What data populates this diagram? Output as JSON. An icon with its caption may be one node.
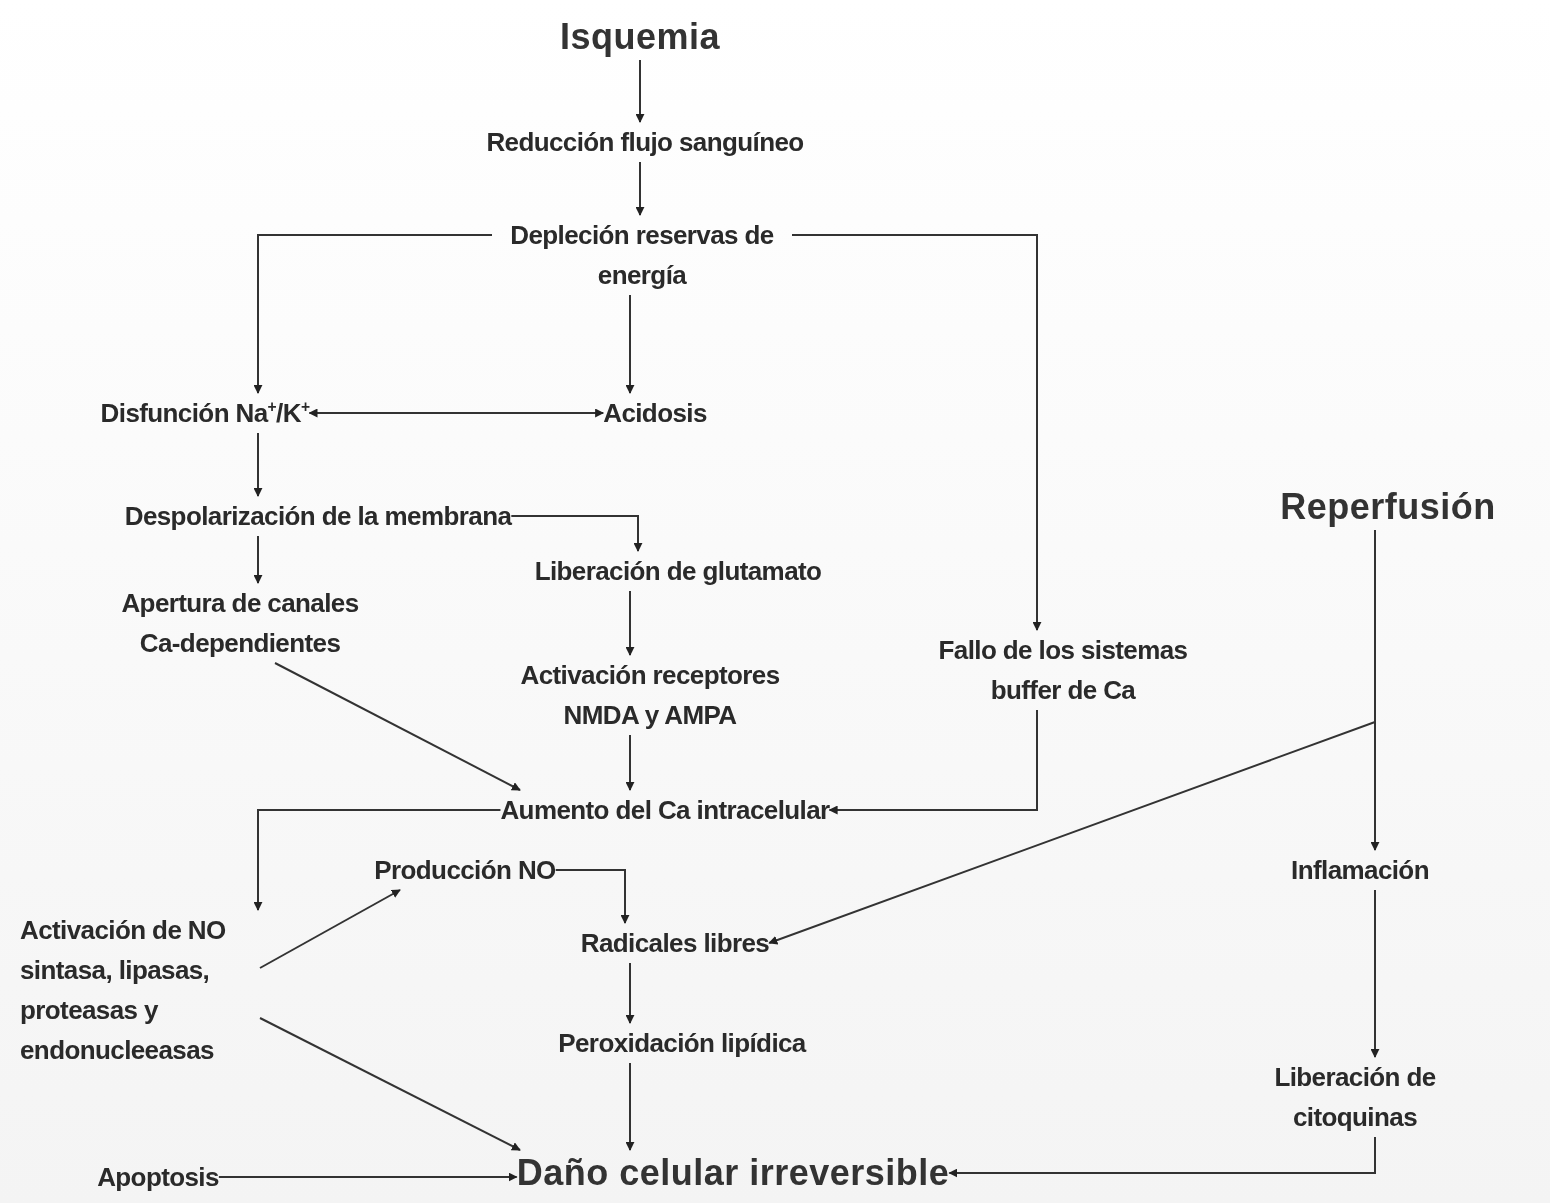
{
  "diagram": {
    "nodes": [
      {
        "text": [
          "Isquemia"
        ]
      },
      {
        "text": [
          "Reducción flujo sanguíneo"
        ]
      },
      {
        "text": [
          "Depleción reservas de energía"
        ]
      },
      {
        "text": [
          "Disfunción Na$^{+}$/K$^{+}$"
        ]
      },
      {
        "text": [
          "Acidosis"
        ]
      },
      {
        "text": [
          "Despolarización de la membrana"
        ]
      },
      {
        "text": [
          "Liberación de glutamato"
        ]
      },
      {
        "text": [
          "Apertura de canales Ca-dependientes"
        ]
      },
      {
        "text": [
          "Activación receptores NMDA y AMPA"
        ]
      },
      {
        "text": [
          "Fallo de los sistemas buffer de Ca"
        ]
      },
      {
        "text": [
          "Reperfusión"
        ]
      },
      {
        "text": [
          "Aumento del Ca intracelular"
        ]
      },
      {
        "text": [
          "Producción NO"
        ]
      },
      {
        "text": [
          "Activación de NO sintasa, lipasas, proteasas y endonucleeasas"
        ]
      },
      {
        "text": [
          "Radicales libres"
        ]
      },
      {
        "text": [
          "Inflamación"
        ]
      },
      {
        "text": [
          "Peroxidación lipídica"
        ]
      },
      {
        "text": [
          "Liberación de citoquinas"
        ]
      },
      {
        "text": [
          "Apoptosis"
        ]
      },
      {
        "text": [
          "Daño celular irreversible"
        ]
      }
    ],
    "edges": [
      {
        "from": 0,
        "to": 1,
        "arrow": "to"
      },
      {
        "from": 1,
        "to": 2,
        "arrow": "to"
      },
      {
        "from": 2,
        "to": 3,
        "arrow": "to"
      },
      {
        "from": 2,
        "to": 4,
        "arrow": "to"
      },
      {
        "from": 2,
        "to": 9,
        "arrow": "to"
      },
      {
        "from": 3,
        "to": 4,
        "arrow": "both"
      },
      {
        "from": 3,
        "to": 5,
        "arrow": "to"
      },
      {
        "from": 5,
        "to": 7,
        "arrow": "to"
      },
      {
        "from": 5,
        "to": 6,
        "arrow": "to"
      },
      {
        "from": 6,
        "to": 8,
        "arrow": "to"
      },
      {
        "from": 7,
        "to": 11,
        "arrow": "to"
      },
      {
        "from": 8,
        "to": 11,
        "arrow": "to"
      },
      {
        "from": 9,
        "to": 11,
        "arrow": "to"
      },
      {
        "from": 11,
        "to": 13,
        "arrow": "to"
      },
      {
        "from": 12,
        "to": 14,
        "arrow": "to"
      },
      {
        "from": 13,
        "to": 12,
        "arrow": "to"
      },
      {
        "from": 13,
        "to": 19,
        "arrow": "to"
      },
      {
        "from": 14,
        "to": 16,
        "arrow": "to"
      },
      {
        "from": 16,
        "to": 19,
        "arrow": "to"
      },
      {
        "from": 18,
        "to": 19,
        "arrow": "to"
      },
      {
        "from": 10,
        "to": 15,
        "arrow": "to"
      },
      {
        "from": 10,
        "to": 14,
        "arrow": "to"
      },
      {
        "from": 15,
        "to": 17,
        "arrow": "to"
      },
      {
        "from": 17,
        "to": 19,
        "arrow": "to"
      }
    ]
  }
}
